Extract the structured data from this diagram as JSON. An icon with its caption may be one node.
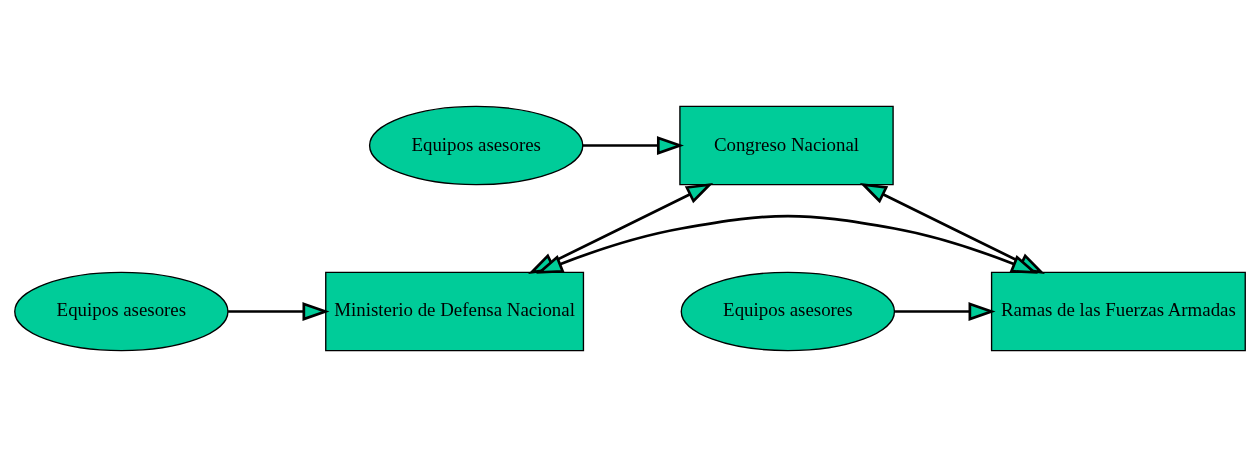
{
  "diagram": {
    "nodes": [
      {
        "text": [
          "Equipos asesores"
        ]
      },
      {
        "text": [
          "Congreso Nacional"
        ]
      },
      {
        "text": [
          "Ministerio de Defensa Nacional"
        ]
      },
      {
        "text": [
          "Equipos asesores"
        ]
      },
      {
        "text": [
          "Equipos asesores"
        ]
      },
      {
        "text": [
          "Ramas de las Fuerzas Armadas"
        ]
      }
    ],
    "edges": [
      {
        "from": 0,
        "to": 1,
        "arrow": "to"
      },
      {
        "from": 1,
        "to": 2,
        "arrow": "both"
      },
      {
        "from": 1,
        "to": 5,
        "arrow": "both"
      },
      {
        "from": 3,
        "to": 2,
        "arrow": "to"
      },
      {
        "from": 4,
        "to": 5,
        "arrow": "to"
      },
      {
        "from": 5,
        "to": 2,
        "arrow": "both"
      }
    ]
  }
}
